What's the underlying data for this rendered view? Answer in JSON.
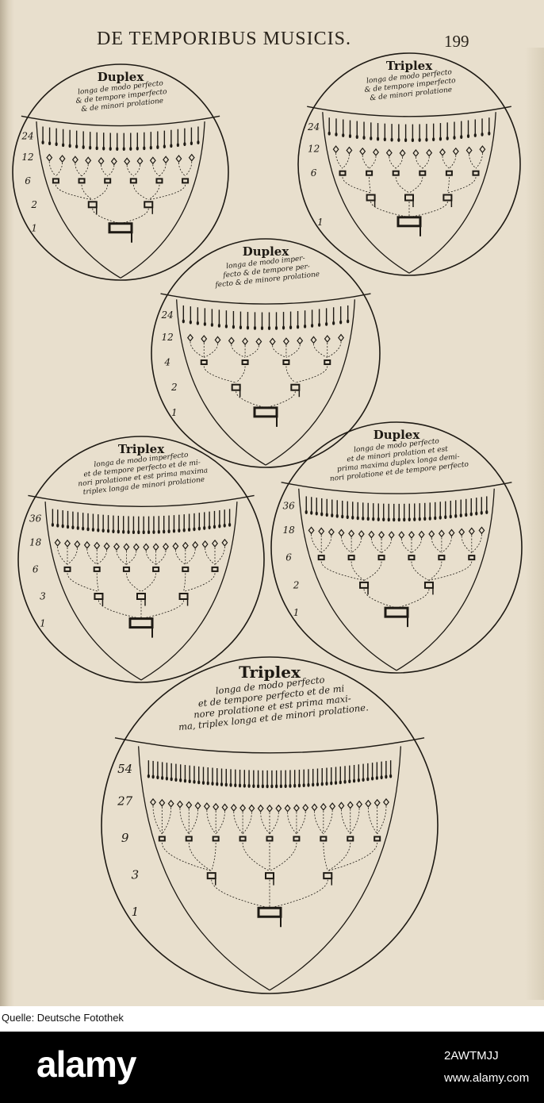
{
  "page": {
    "running_title": "DE TEMPORIBUS MUSICIS.",
    "page_number": "199"
  },
  "diagrams": [
    {
      "heading": "Duplex",
      "caption_lines": [
        "longa de modo perfecto",
        "& de tempore imperfecto",
        "& de minori prolatione"
      ],
      "level_labels": [
        "24",
        "12",
        "6",
        "2",
        "1"
      ]
    },
    {
      "heading": "Triplex",
      "caption_lines": [
        "longa de modo perfecto",
        "& de tempore imperfecto",
        "& de minori prolatione"
      ],
      "level_labels": [
        "24",
        "12",
        "6",
        "1"
      ]
    },
    {
      "heading": "Duplex",
      "caption_lines": [
        "longa de modo imper-",
        "fecto & de tempore per-",
        "fecto & de minore prolatione"
      ],
      "level_labels": [
        "24",
        "12",
        "4",
        "2",
        "1"
      ]
    },
    {
      "heading": "Triplex",
      "caption_lines": [
        "longa de modo imperfecto",
        "et de tempore perfecto et de mi-",
        "nori prolatione et est prima maxima",
        "triplex longa de minori prolatione"
      ],
      "level_labels": [
        "36",
        "18",
        "6",
        "3",
        "1"
      ]
    },
    {
      "heading": "Duplex",
      "caption_lines": [
        "longa de modo perfecto",
        "et de minori prolation et est",
        "prima maxima duplex longa demi-",
        "nori prolatione et de tempore perfecto"
      ],
      "level_labels": [
        "36",
        "18",
        "6",
        "2",
        "1"
      ]
    },
    {
      "heading": "Triplex",
      "caption_lines": [
        "longa de modo perfecto",
        "et de tempore perfecto et de mi",
        "nore prolatione et est prima maxi-",
        "ma, triplex longa et de minori prolatione."
      ],
      "level_labels": [
        "54",
        "27",
        "9",
        "3",
        "1"
      ]
    }
  ],
  "source_credit": "Quelle: Deutsche Fotothek",
  "watermark": {
    "brand": "alamy",
    "image_id": "2AWTMJJ",
    "url": "www.alamy.com"
  }
}
